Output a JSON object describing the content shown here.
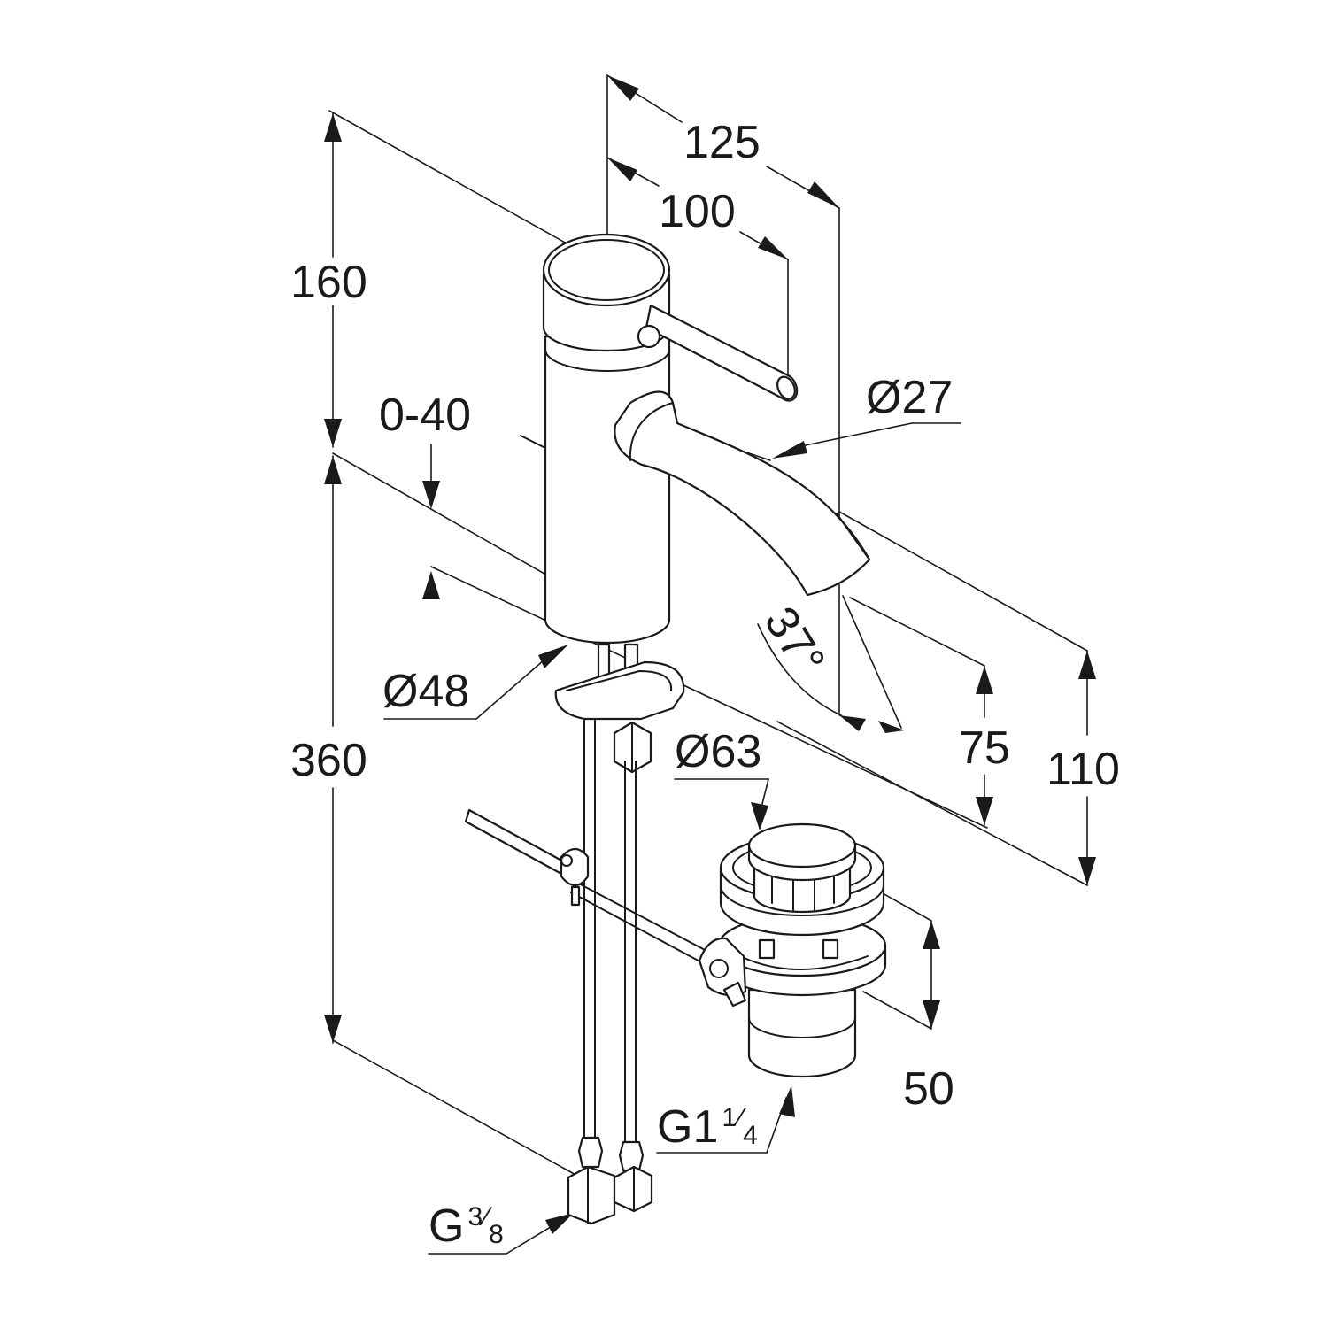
{
  "dimensions": {
    "d125": "125",
    "d100": "100",
    "d160": "160",
    "d0_40": "0-40",
    "d27": "Ø27",
    "d48": "Ø48",
    "d360": "360",
    "d63": "Ø63",
    "d37": "37°",
    "d75": "75",
    "d110": "110",
    "d50": "50"
  },
  "threads": {
    "drain_prefix": "G1",
    "drain_num": "1",
    "drain_den": "4",
    "supply_prefix": "G",
    "supply_num": "3",
    "supply_den": "8"
  },
  "colors": {
    "line": "#1a1a1a",
    "background": "#ffffff"
  }
}
